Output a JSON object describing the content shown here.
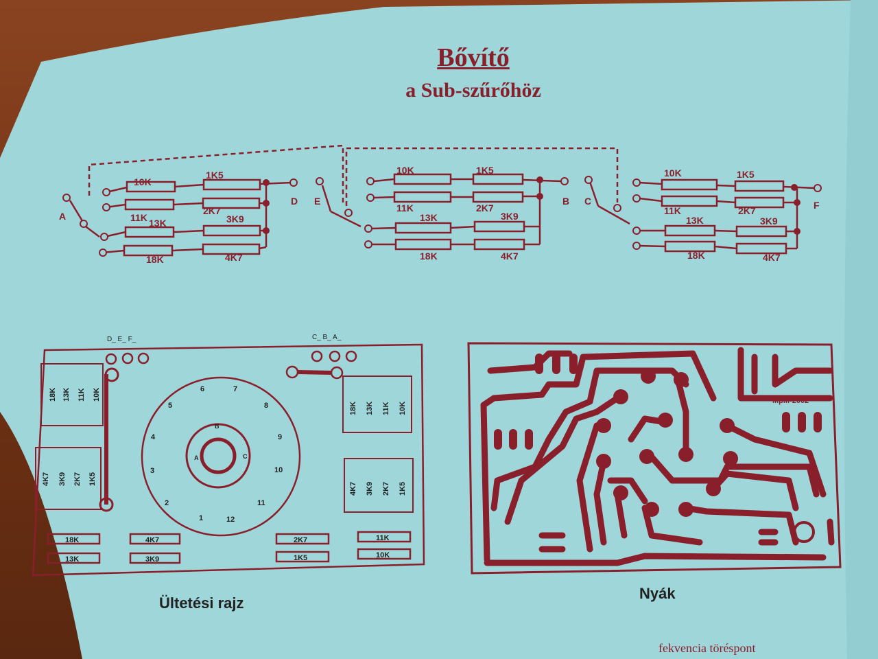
{
  "title": "Bővítő",
  "subtitle": "a Sub-szűrőhöz",
  "schematic": {
    "terminal_labels": [
      "A",
      "D",
      "E",
      "B",
      "C",
      "F"
    ],
    "resistor_labels": {
      "row1": [
        "10K",
        "1K5"
      ],
      "row2": [
        "11K",
        "2K7"
      ],
      "row3": [
        "13K",
        "3K9"
      ],
      "row4": [
        "18K",
        "4K7"
      ]
    }
  },
  "layout_drawing": {
    "caption": "Ültetési rajz",
    "pad_labels_left": "D_ E_ F_",
    "pad_labels_right": "C_ B_ A_",
    "left_stack_top": [
      "18K",
      "13K",
      "11K",
      "10K"
    ],
    "left_stack_bottom": [
      "4K7",
      "3K9",
      "2K7",
      "1K5"
    ],
    "right_stack_top": [
      "18K",
      "13K",
      "11K",
      "10K"
    ],
    "right_stack_bottom": [
      "4K7",
      "3K9",
      "2K7",
      "1K5"
    ],
    "switch_positions": [
      "1",
      "2",
      "3",
      "4",
      "5",
      "6",
      "7",
      "8",
      "9",
      "10",
      "11",
      "12"
    ],
    "switch_poles": [
      "A",
      "B",
      "C"
    ],
    "bottom_pairs": [
      [
        "18K",
        "13K"
      ],
      [
        "4K7",
        "3K9"
      ],
      [
        "2K7",
        "1K5"
      ],
      [
        "11K",
        "10K"
      ]
    ]
  },
  "pcb": {
    "caption": "Nyák",
    "marking": "MpM-2002"
  },
  "footer_fragment": "fekvencia töréspont",
  "colors": {
    "ink": "#8a1f2c",
    "paper": "#9fd6da",
    "black_ink": "#222222"
  }
}
